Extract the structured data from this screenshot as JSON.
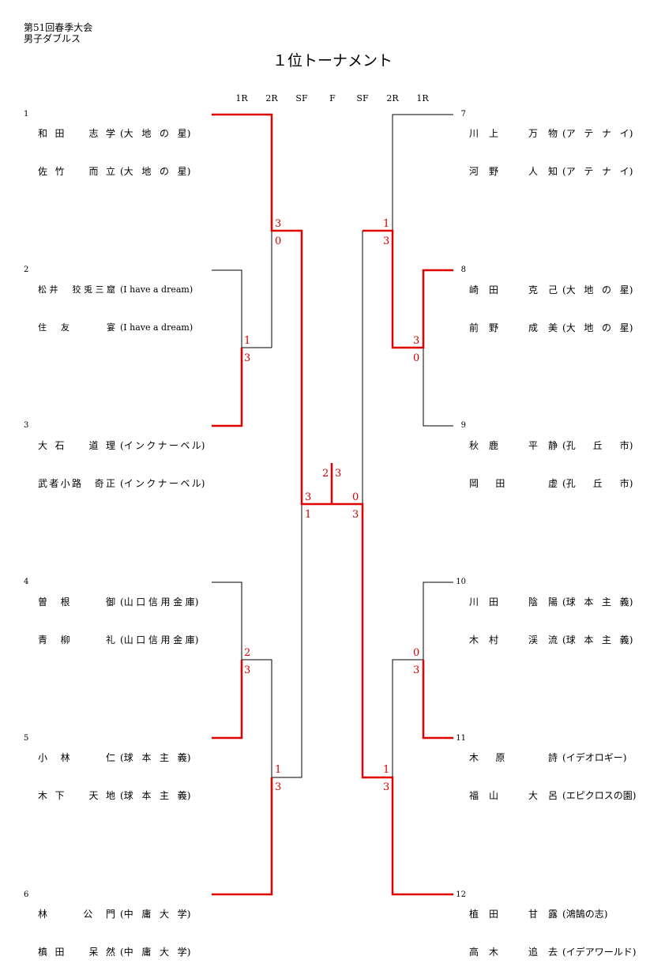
{
  "header": {
    "event": "第51回春季大会",
    "category": "男子ダブルス"
  },
  "title": "１位トーナメント",
  "rounds": [
    "1R",
    "2R",
    "SF",
    "F",
    "SF",
    "2R",
    "1R"
  ],
  "entries": [
    {
      "seed": "1",
      "players": [
        {
          "name": "和田　志学",
          "team": "大地の星"
        },
        {
          "name": "佐竹　而立",
          "team": "大地の星"
        }
      ]
    },
    {
      "seed": "2",
      "players": [
        {
          "name": "松井　狡兎三窟",
          "team": "I have a dream"
        },
        {
          "name": "住友　宴",
          "team": "I have a dream"
        }
      ]
    },
    {
      "seed": "3",
      "players": [
        {
          "name": "大石　道理",
          "team": "インクナーベル"
        },
        {
          "name": "武者小路　奇正",
          "team": "インクナーベル"
        }
      ]
    },
    {
      "seed": "4",
      "players": [
        {
          "name": "曽根　御",
          "team": "山口信用金庫"
        },
        {
          "name": "青柳　礼",
          "team": "山口信用金庫"
        }
      ]
    },
    {
      "seed": "5",
      "players": [
        {
          "name": "小林　仁",
          "team": "球本主義"
        },
        {
          "name": "木下　天地",
          "team": "球本主義"
        }
      ]
    },
    {
      "seed": "6",
      "players": [
        {
          "name": "林　公門",
          "team": "中庸大学"
        },
        {
          "name": "槙田　呆然",
          "team": "中庸大学"
        }
      ]
    },
    {
      "seed": "7",
      "players": [
        {
          "name": "川上　万物",
          "team": "アテナイ"
        },
        {
          "name": "河野　人知",
          "team": "アテナイ"
        }
      ]
    },
    {
      "seed": "8",
      "players": [
        {
          "name": "崎田　克己",
          "team": "大地の星"
        },
        {
          "name": "前野　成美",
          "team": "大地の星"
        }
      ]
    },
    {
      "seed": "9",
      "players": [
        {
          "name": "秋鹿　平静",
          "team": "孔丘市"
        },
        {
          "name": "岡田　虚",
          "team": "孔丘市"
        }
      ]
    },
    {
      "seed": "10",
      "players": [
        {
          "name": "川田　陰陽",
          "team": "球本主義"
        },
        {
          "name": "木村　渓流",
          "team": "球本主義"
        }
      ]
    },
    {
      "seed": "11",
      "players": [
        {
          "name": "木原　詩",
          "team": "イデオロギー"
        },
        {
          "name": "福山　大呂",
          "team": "エピクロスの園"
        }
      ]
    },
    {
      "seed": "12",
      "players": [
        {
          "name": "植田　甘露",
          "team": "鴻鵠の志"
        },
        {
          "name": "高木　追去",
          "team": "イデアワールド"
        }
      ]
    }
  ],
  "scores": {
    "l_2r_top_a": "3",
    "l_2r_top_b": "0",
    "l_1r_top_a": "1",
    "l_1r_top_b": "3",
    "l_1r_bot_a": "2",
    "l_1r_bot_b": "3",
    "l_2r_bot_a": "1",
    "l_2r_bot_b": "3",
    "l_sf_a": "3",
    "l_sf_b": "1",
    "r_sf_a": "0",
    "r_sf_b": "3",
    "final_a": "2",
    "final_b": "3",
    "r_2r_top_a": "1",
    "r_2r_top_b": "3",
    "r_1r_top_a": "3",
    "r_1r_top_b": "0",
    "r_1r_bot_a": "0",
    "r_1r_bot_b": "3",
    "r_2r_bot_a": "1",
    "r_2r_bot_b": "3"
  },
  "colors": {
    "winner": "#e00000",
    "line": "#000000",
    "score": "#d40000"
  }
}
